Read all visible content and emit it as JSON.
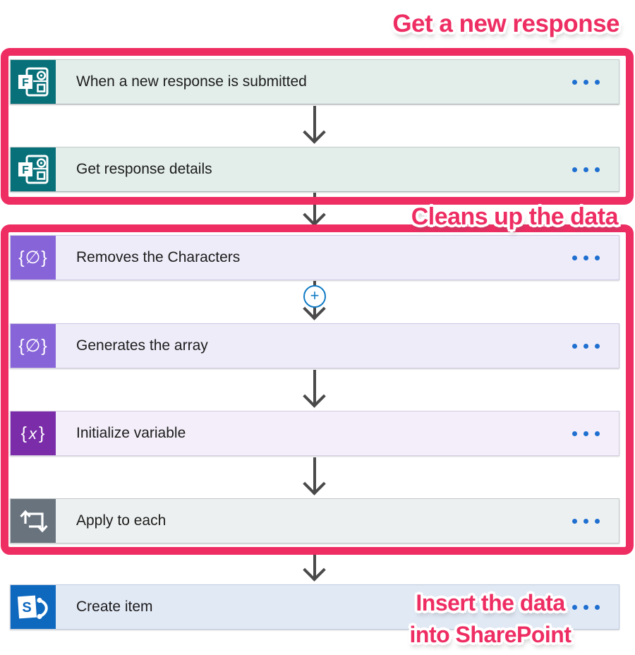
{
  "annotations": {
    "get_new_response": "Get a new response",
    "cleans_up": "Cleans up the data",
    "insert_line1": "Insert the data",
    "insert_line2": "into SharePoint",
    "text_color": "#ee2d63"
  },
  "colors": {
    "highlight_pink": "#ee2d63",
    "forms_teal": "#077079",
    "compose_purple": "#8764d8",
    "variable_purple": "#7b2ca9",
    "loop_gray": "#68737e",
    "sharepoint_blue": "#0e68be",
    "menu_dots_blue": "#1f6fd0",
    "arrow_gray": "#4a4a4a",
    "plus_blue": "#0f7bc4",
    "row_mint": "#e3eeeb",
    "row_lavender": "#efecf9",
    "row_lavender2": "#f3eef9",
    "row_gray": "#edf0f0",
    "row_blue": "#e1e9f5"
  },
  "flow": {
    "steps": [
      {
        "label": "When a new response is submitted",
        "icon": "forms-icon"
      },
      {
        "label": "Get response details",
        "icon": "forms-icon"
      },
      {
        "label": "Removes the Characters",
        "icon": "compose-icon"
      },
      {
        "label": "Generates the array",
        "icon": "compose-icon"
      },
      {
        "label": "Initialize variable",
        "icon": "variable-icon"
      },
      {
        "label": "Apply to each",
        "icon": "loop-icon"
      },
      {
        "label": "Create item",
        "icon": "sharepoint-icon"
      }
    ],
    "insert_button": "+"
  },
  "icons": {
    "more_options": "ellipsis-icon",
    "connector": "arrow-down-icon",
    "insert": "plus-icon",
    "forms_letter": "F",
    "sharepoint_letter": "S",
    "compose_glyph": "{∅}",
    "variable_open": "{",
    "variable_x": "x",
    "variable_close": "}"
  }
}
